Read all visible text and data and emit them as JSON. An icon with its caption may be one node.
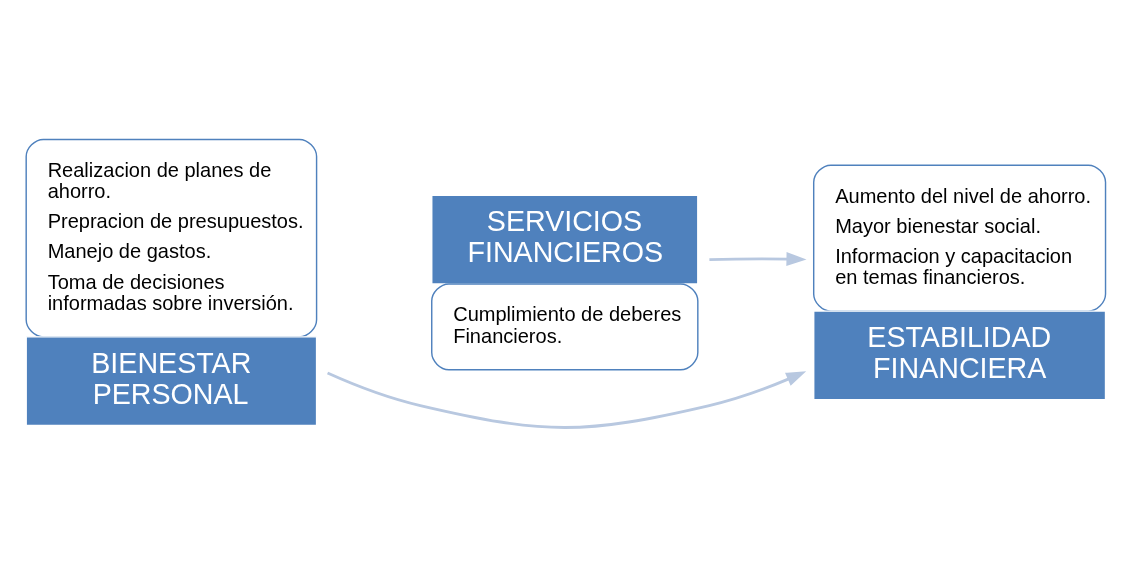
{
  "diagram": {
    "nodes": [
      {
        "text": [
          "Realizacion de planes de ahorro.",
          "Prepracion de presupuestos.",
          "Manejo de gastos.",
          "Toma de decisiones informadas sobre inversión.",
          "BIENESTAR PERSONAL"
        ]
      },
      {
        "text": [
          "SERVICIOS FINANCIEROS",
          "Cumplimiento de deberes Financieros."
        ]
      },
      {
        "text": [
          "Aumento del nivel de ahorro.",
          "Mayor bienestar social.",
          "Informacion y capacitacion en temas financieros.",
          "ESTABILIDAD FINANCIERA"
        ]
      }
    ],
    "edges": [
      {
        "from": 1,
        "to": 2,
        "arrow": "to"
      },
      {
        "from": 0,
        "to": 2,
        "arrow": "to"
      }
    ]
  }
}
